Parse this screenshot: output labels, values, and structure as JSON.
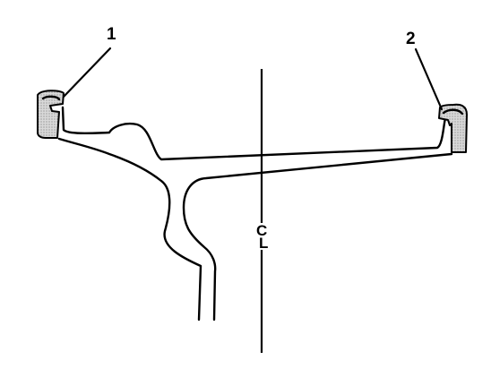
{
  "callouts": [
    {
      "label": "1",
      "target": "inner-flange-weight"
    },
    {
      "label": "2",
      "target": "outer-flange-weight"
    }
  ],
  "centerline": {
    "label": "CL",
    "glyph_top": "C",
    "glyph_bottom": "L"
  },
  "colors": {
    "line": "#000000",
    "weight_fill": "#c9c9c9",
    "background": "#ffffff"
  }
}
